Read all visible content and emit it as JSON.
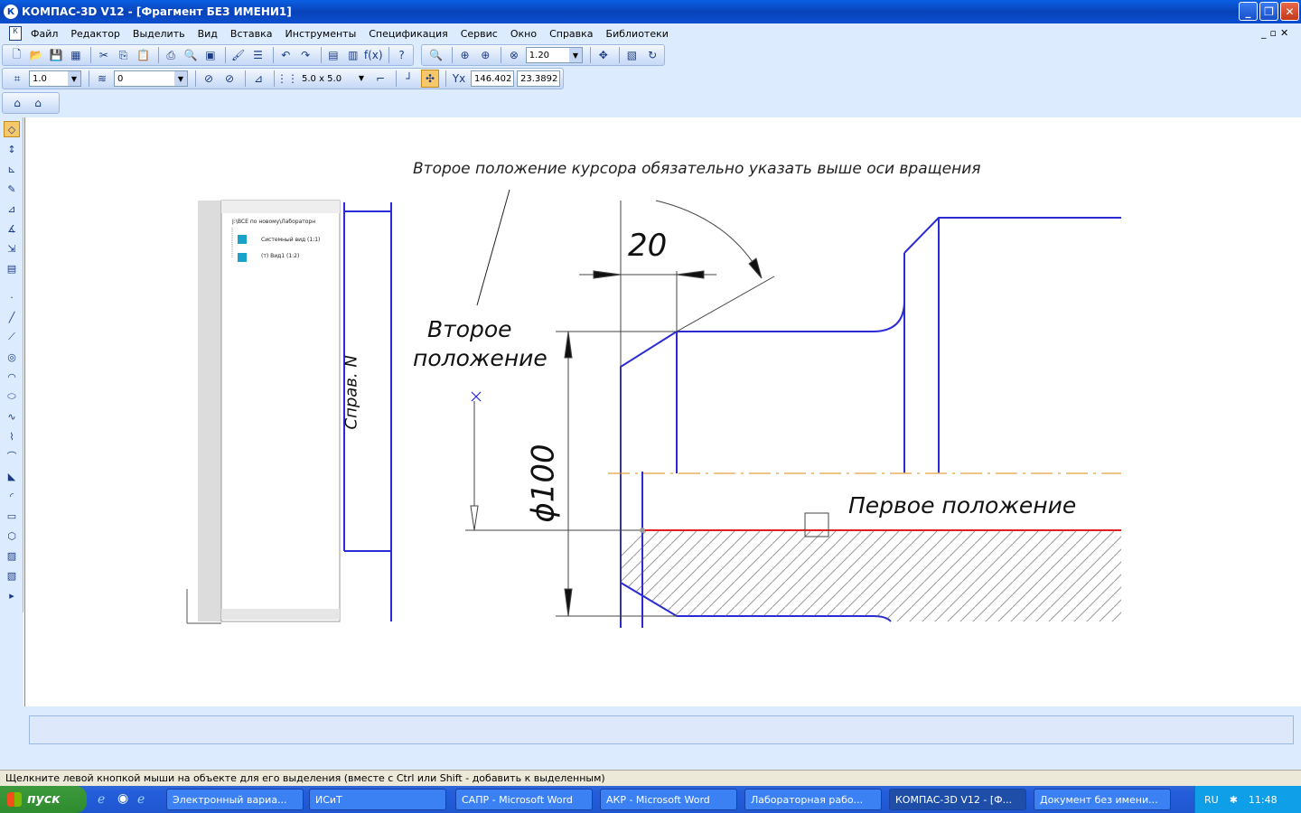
{
  "app": {
    "title": "КОМПАС-3D V12 - [Фрагмент БЕЗ ИМЕНИ1]"
  },
  "menu": [
    "Файл",
    "Редактор",
    "Выделить",
    "Вид",
    "Вставка",
    "Инструменты",
    "Спецификация",
    "Сервис",
    "Окно",
    "Справка",
    "Библиотеки"
  ],
  "toolbar": {
    "zoom_value": "1.20",
    "style_value": "1.0",
    "layer_value": "0",
    "grid_value": "5.0 x 5.0",
    "coord_x": "146.402",
    "coord_y": "23.3892"
  },
  "drawing": {
    "caption_top": "Второе положение курсора обязательно указать выше оси вращения",
    "label_second_line1": "Второе",
    "label_second_line2": "положение",
    "label_first": "Первое положение",
    "dim_20": "20",
    "dim_100": "ϕ100",
    "vertical_text": "Справ. N"
  },
  "tree": {
    "root": "J:\\ВСЕ по новому\\Лабораторн",
    "item1": "Системный вид (1:1)",
    "item2": "(т) Вид1 (1:2)"
  },
  "status": {
    "text": "Щелкните левой кнопкой мыши на объекте для его выделения (вместе с Ctrl или Shift - добавить к выделенным)"
  },
  "taskbar": {
    "start": "пуск",
    "items": [
      "Электронный вариа...",
      "ИСиТ",
      "САПР - Microsoft Word",
      "АКР - Microsoft Word",
      "Лабораторная рабо...",
      "КОМПАС-3D V12 - [Ф...",
      "Документ без имени..."
    ],
    "lang": "RU",
    "clock": "11:48"
  }
}
